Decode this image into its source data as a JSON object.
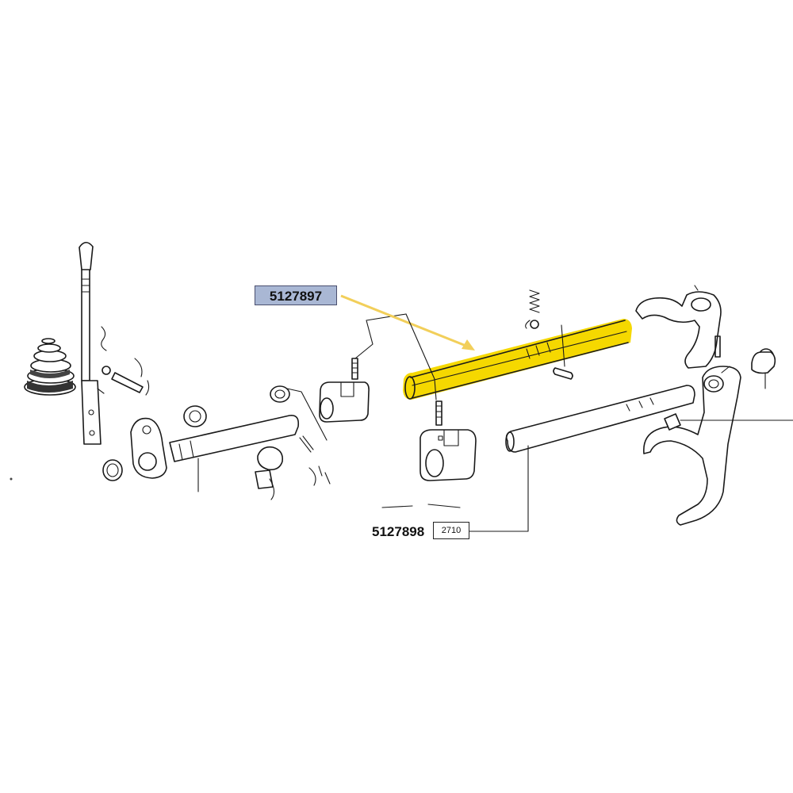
{
  "callouts": {
    "main_part_number": "5127897",
    "second_part_number": "5127898",
    "reference_code": "2710"
  },
  "colors": {
    "highlight": "#f5d800",
    "arrow": "#f2cf5a",
    "label_background": "#a9b7d4",
    "line_art": "#1a1a1a"
  }
}
